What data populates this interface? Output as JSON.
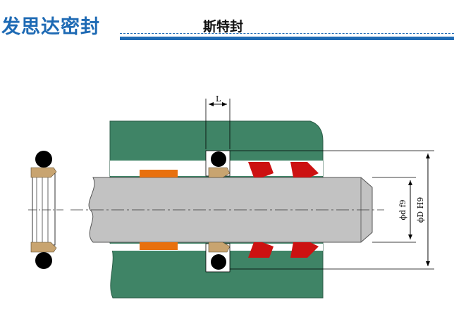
{
  "header": {
    "brand": "发思达密封",
    "title": "斯特封"
  },
  "diagram": {
    "dimension_labels": {
      "groove_width": "L",
      "rod_diameter": "ϕd f9",
      "bore_diameter": "ϕD H9"
    },
    "colors": {
      "housing": "#3f8466",
      "rod": "#c2c2c2",
      "o_ring": "#000000",
      "step_ring": "#c8a470",
      "wiper": "#cc1111",
      "guide_band": "#e8700e",
      "brand_blue": "#1e6ab4"
    }
  }
}
